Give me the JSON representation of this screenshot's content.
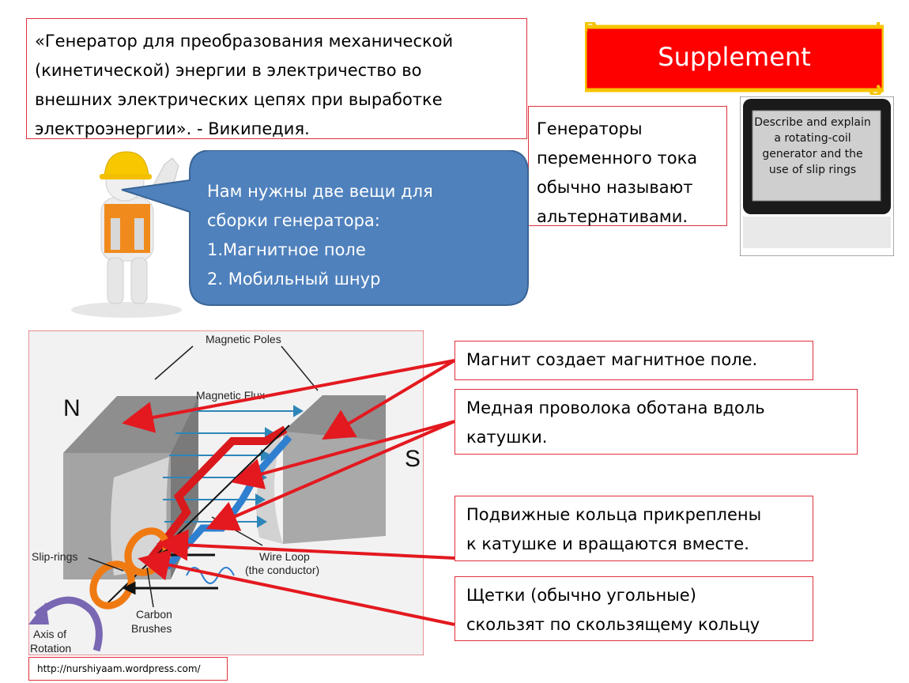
{
  "quote": {
    "lines": [
      "«Генератор для преобразования механической",
      "(кинетической) энергии в электричество во",
      "внешних электрических цепях при выработке",
      "электроэнергии». - Википедия."
    ]
  },
  "supplement": {
    "label": "Supplement"
  },
  "tablet": {
    "text": "Describe and explain a rotating-coil generator and the use of slip rings"
  },
  "alternators": {
    "lines": [
      "Генераторы",
      "переменного тока",
      "обычно называют",
      "альтернативами."
    ]
  },
  "bubble": {
    "lines": [
      "Нам нужны две вещи для",
      "сборки генератора:",
      "1.Магнитное поле",
      "2. Мобильный шнур"
    ]
  },
  "diagram": {
    "labels": {
      "magnetic_poles": "Magnetic Poles",
      "magnetic_flux": "Magnetic Flux",
      "north": "N",
      "south": "S",
      "slip_rings": "Slip-rings",
      "wire_loop_1": "Wire Loop",
      "wire_loop_2": "(the conductor)",
      "carbon_1": "Carbon",
      "carbon_2": "Brushes",
      "axis_1": "Axis of",
      "axis_2": "Rotation"
    }
  },
  "callouts": {
    "magnet": {
      "lines": [
        "Магнит создает магнитное поле."
      ]
    },
    "copper": {
      "lines": [
        "Медная проволока оботана вдоль",
        "катушки."
      ]
    },
    "rings": {
      "lines": [
        "Подвижные кольца прикреплены",
        "к катушке и вращаются вместе."
      ]
    },
    "brushes": {
      "lines": [
        "Щетки (обычно угольные)",
        "скользят по скользящему кольцу"
      ]
    }
  },
  "source": {
    "url": "http://nurshiyaam.wordpress.com/"
  },
  "colors": {
    "accent_red": "#e3191f",
    "bubble_blue": "#4f81bd",
    "banner_red": "#ff0000",
    "banner_gold": "#f5c400",
    "wire_red": "#d9191c",
    "wire_blue": "#2e7fd0",
    "ring_orange": "#f07a12"
  }
}
